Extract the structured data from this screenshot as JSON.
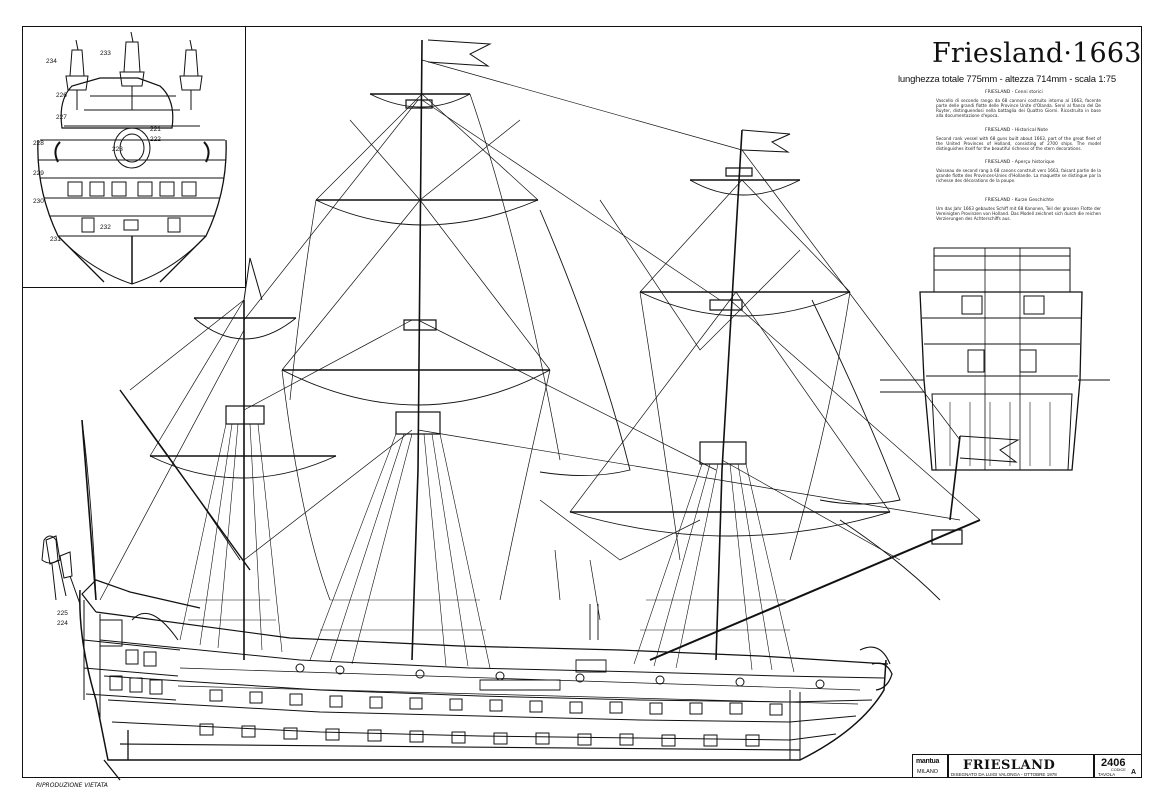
{
  "header": {
    "title": "Friesland·1663",
    "subtitle": "lunghezza totale 775mm - altezza 714mm - scala 1:75"
  },
  "description": [
    {
      "heading": "FRIESLAND - Cenni storici",
      "body": "Vascello di secondo rango da 68 cannoni costruito intorno al 1663, facente parte delle grandi flotte delle Province Unite d'Olanda. Servì al fianco del De Ruyter, distinguendosi nella battaglia dei Quattro Giorni. Ricostruito in base alla documentazione d'epoca."
    },
    {
      "heading": "FRIESLAND - Historical Note",
      "body": "Second rank vessel with 68 guns built about 1663, part of the great fleet of the United Provinces of Holland, consisting of 2700 ships. The model distinguishes itself for the beautiful richness of the stern decorations."
    },
    {
      "heading": "FRIESLAND - Aperçu historique",
      "body": "Vaisseau de second rang à 68 canons construit vers 1663, faisant partie de la grande flotte des Provinces-Unies d'Hollande. La maquette se distingue par la richesse des décorations de la poupe."
    },
    {
      "heading": "FRIESLAND - Kurze Geschichte",
      "body": "Um das Jahr 1663 gebautes Schiff mit 68 Kanonen, Teil der grossen Flotte der Vereinigten Provinzen von Holland. Das Modell zeichnet sich durch die reichen Verzierungen des Achterschiffs aus."
    }
  ],
  "callouts": [
    "234",
    "233",
    "226",
    "227",
    "228",
    "229",
    "230",
    "231",
    "232",
    "221",
    "222",
    "223",
    "225",
    "224"
  ],
  "title_block": {
    "brand": "mantua",
    "city": "MILANO",
    "name": "FRIESLAND",
    "number": "2406",
    "drawn_by": "DISEGNATO DA  LUIGI VALONGA - OTTOBRE 1978",
    "codice": "CODICE",
    "tavola": "TAVOLA",
    "sheet": "A"
  },
  "footer_note": "RIPRODUZIONE VIETATA"
}
